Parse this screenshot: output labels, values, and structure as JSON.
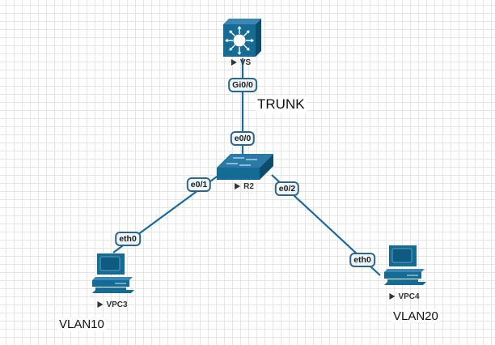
{
  "diagram": {
    "nodes": [
      {
        "id": "VS",
        "label": "VS",
        "type": "l3-switch-icon"
      },
      {
        "id": "R2",
        "label": "R2",
        "type": "switch-icon"
      },
      {
        "id": "VPC3",
        "label": "VPC3",
        "type": "pc-icon"
      },
      {
        "id": "VPC4",
        "label": "VPC4",
        "type": "pc-icon"
      }
    ],
    "links": [
      {
        "from": "VS",
        "from_port": "Gi0/0",
        "to": "R2",
        "to_port": "e0/0"
      },
      {
        "from": "R2",
        "from_port": "e0/1",
        "to": "VPC3",
        "to_port": "eth0"
      },
      {
        "from": "R2",
        "from_port": "e0/2",
        "to": "VPC4",
        "to_port": "eth0"
      }
    ],
    "annotations": {
      "trunk": "TRUNK",
      "vlan10": "VLAN10",
      "vlan20": "VLAN20"
    },
    "colors": {
      "device": "#146b94",
      "link": "#1a6aa0",
      "port_border": "#2f6688"
    }
  }
}
